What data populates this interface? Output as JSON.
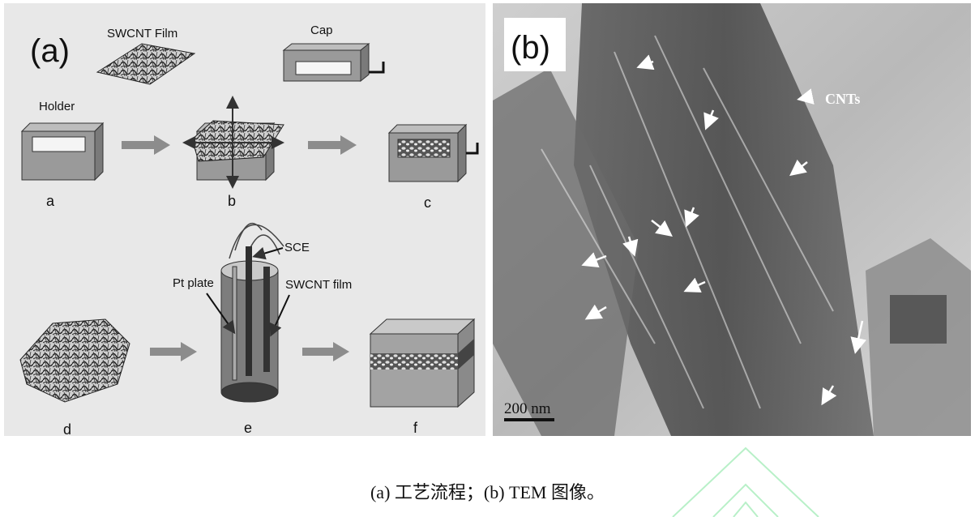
{
  "panel_a": {
    "tag": "(a)",
    "labels": {
      "swcnt_film": "SWCNT Film",
      "cap": "Cap",
      "holder": "Holder",
      "sce": "SCE",
      "pt_plate": "Pt plate",
      "swcnt_film_lower": "SWCNT film"
    },
    "steps": [
      "a",
      "b",
      "c",
      "d",
      "e",
      "f"
    ]
  },
  "panel_b": {
    "tag": "(b)",
    "cnts_label": "CNTs",
    "scale_bar": "200 nm"
  },
  "caption": "(a)  工艺流程；(b) TEM 图像。",
  "colors": {
    "panel_bg": "#e8e8e8",
    "box_face": "#9a9a9a",
    "arrow_gray": "#8c8c8c",
    "watermark": "#b8f0c8"
  }
}
